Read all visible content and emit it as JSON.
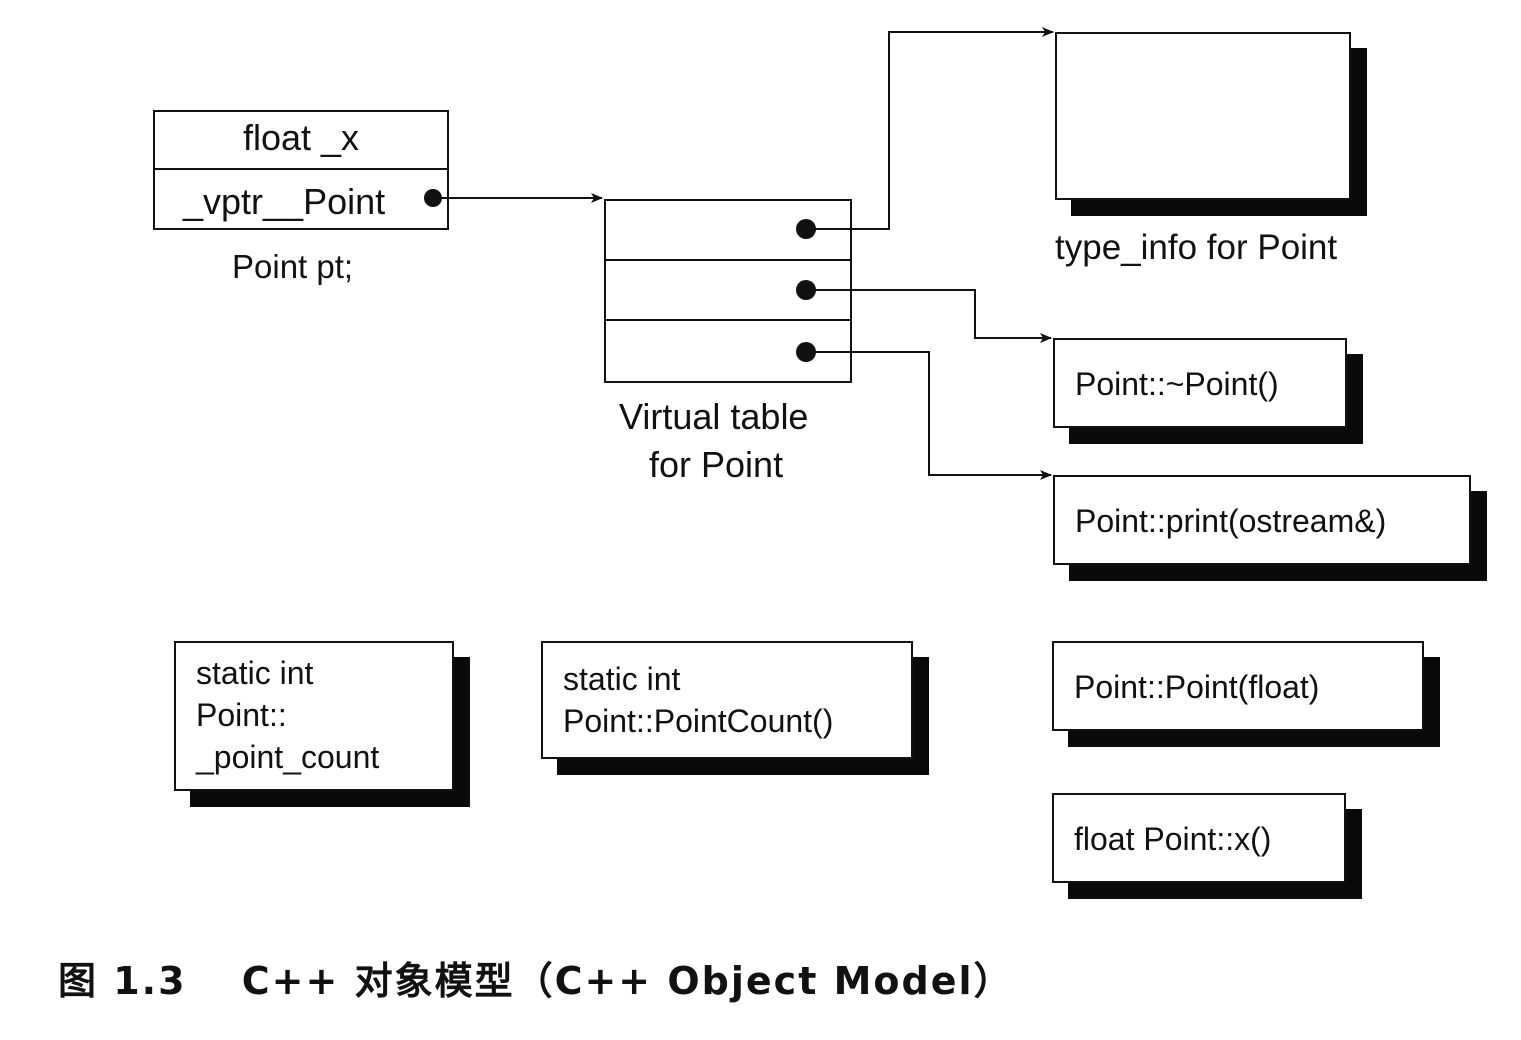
{
  "object": {
    "field_x": "float _x",
    "field_vptr": "_vptr__Point",
    "caption": "Point pt;"
  },
  "vtable": {
    "caption_line1": "Virtual table",
    "caption_line2": "for Point"
  },
  "type_info": {
    "caption": "type_info for Point"
  },
  "functions": {
    "destructor": "Point::~Point()",
    "print": "Point::print(ostream&)",
    "constructor": "Point::Point(float)",
    "x_accessor": "float Point::x()"
  },
  "static_member": {
    "line1": "static int",
    "line2": "Point::",
    "line3": "_point_count"
  },
  "static_function": {
    "line1": "static int",
    "line2": "Point::PointCount()"
  },
  "figure_caption": "图 1.3　 C++ 对象模型（C++ Object Model）"
}
